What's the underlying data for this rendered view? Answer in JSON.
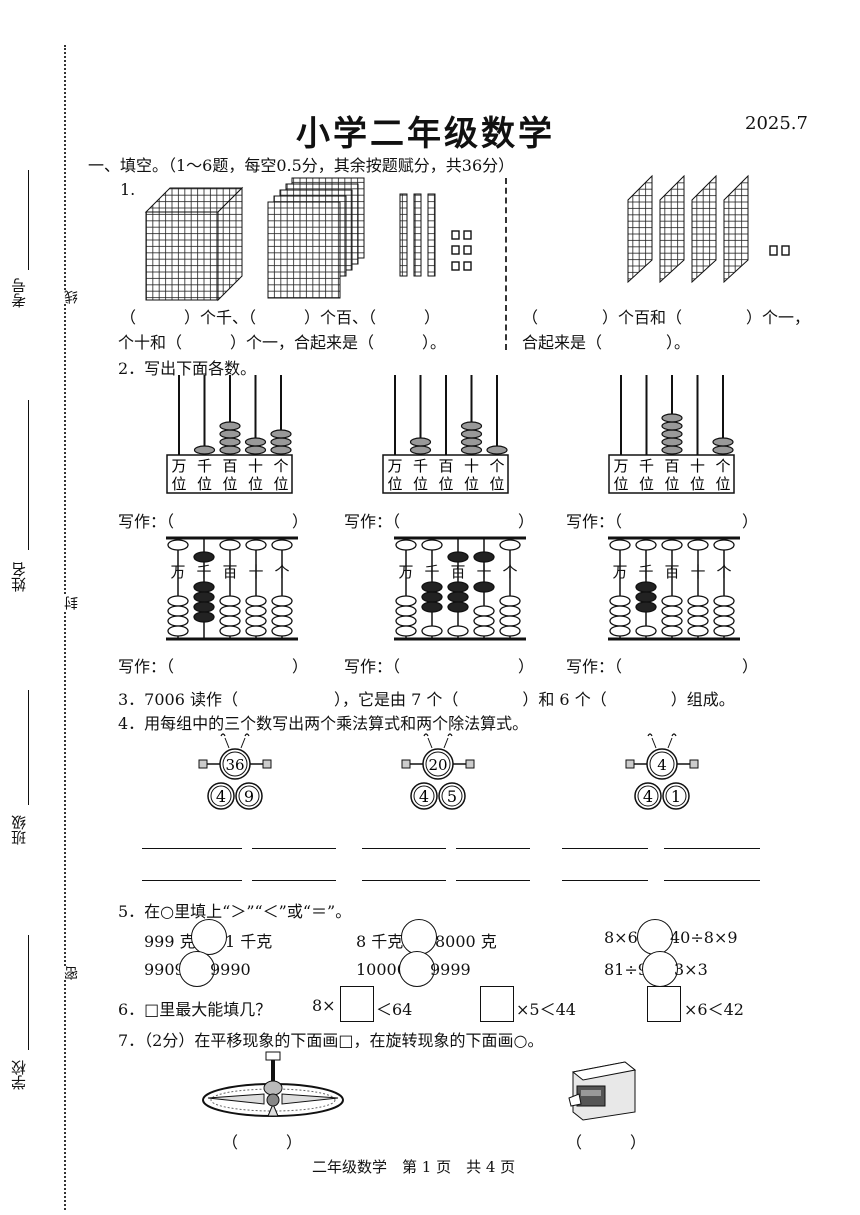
{
  "header": {
    "title": "小学二年级数学",
    "date": "2025.7"
  },
  "margin": {
    "labels": [
      "考号",
      "姓名",
      "班级",
      "学校"
    ],
    "binding_chars": [
      "线",
      "封",
      "密"
    ]
  },
  "section1": {
    "heading": "一、填空。（1～6题，每空0.5分，其余按题赋分，共36分）"
  },
  "q1": {
    "num": "1.",
    "left_line1": "（　　　）个千、（　　　）个百、（　　　）",
    "left_line2": "个十和（　　　）个一，合起来是（　　　）。",
    "right_line1": "（　　　　）个百和（　　　　）个一，",
    "right_line2": "合起来是（　　　　）。"
  },
  "q2": {
    "title": "2．写出下面各数。",
    "place_names": [
      "万",
      "千",
      "百",
      "十",
      "个"
    ],
    "place_suffix": "位",
    "write_label": "写作：（",
    "write_close": "）",
    "abacus_top": [
      {
        "beads": [
          0,
          1,
          4,
          2,
          3
        ]
      },
      {
        "beads": [
          0,
          2,
          0,
          4,
          1
        ]
      },
      {
        "beads": [
          0,
          0,
          5,
          0,
          2
        ]
      }
    ]
  },
  "q3": {
    "text": "3．7006 读作（　　　　　　），它是由 7 个（　　　　）和 6 个（　　　　）组成。"
  },
  "q4": {
    "title": "4．用每组中的三个数写出两个乘法算式和两个除法算式。",
    "groups": [
      {
        "top": "36",
        "left": "4",
        "right": "9"
      },
      {
        "top": "20",
        "left": "4",
        "right": "5"
      },
      {
        "top": "4",
        "left": "4",
        "right": "1"
      }
    ]
  },
  "q5": {
    "title": "5．在○里填上“＞”“＜”或“＝”。",
    "rows": [
      [
        {
          "l": "999 克",
          "r": "1 千克"
        },
        {
          "l": "8 千克",
          "r": "8000 克"
        },
        {
          "l": "8×6",
          "r": "40÷8×9"
        }
      ],
      [
        {
          "l": "9909",
          "r": "9990"
        },
        {
          "l": "10000",
          "r": "9999"
        },
        {
          "l": "81÷9",
          "r": "3×3"
        }
      ]
    ]
  },
  "q6": {
    "title": "6．□里最大能填几？",
    "items": [
      {
        "pre": "8×",
        "post": "＜64"
      },
      {
        "pre": "",
        "post": "×5＜44"
      },
      {
        "pre": "",
        "post": "×6＜42"
      }
    ]
  },
  "q7": {
    "title": "7．（2分）在平移现象的下面画□，在旋转现象的下面画○。",
    "blank": "（　　　）"
  },
  "footer": {
    "text": "二年级数学　第 1 页　共 4 页"
  }
}
